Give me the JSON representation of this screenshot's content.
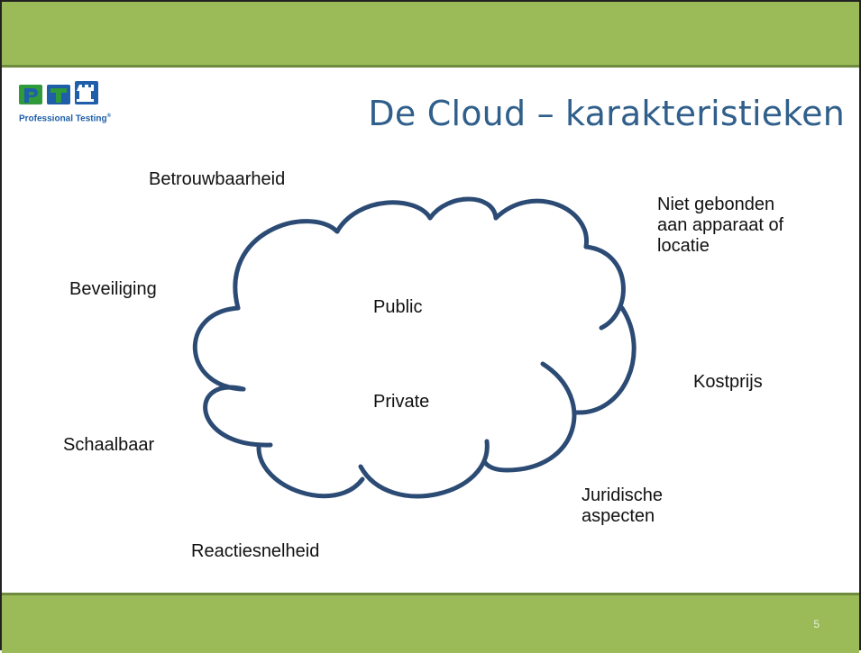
{
  "slide": {
    "title": "De Cloud – karakteristieken",
    "page_number": "5",
    "logo_text": "Professional Testing",
    "logo_registered": "®"
  },
  "cloud": {
    "public_label": "Public",
    "private_label": "Private"
  },
  "characteristics": {
    "reliability": "Betrouwbaarheid",
    "security": "Beveiliging",
    "scalable": "Schaalbaar",
    "responsiveness": "Reactiesnelheid",
    "location_line1": "Niet gebonden",
    "location_line2": "aan apparaat of",
    "location_line3": "locatie",
    "cost": "Kostprijs",
    "legal_line1": "Juridische",
    "legal_line2": "aspecten"
  },
  "colors": {
    "band": "#9bbb59",
    "title": "#2f5f8a",
    "cloud_stroke": "#2c4b74",
    "logo_green": "#2e9a3a",
    "logo_blue": "#1f5ea8"
  }
}
